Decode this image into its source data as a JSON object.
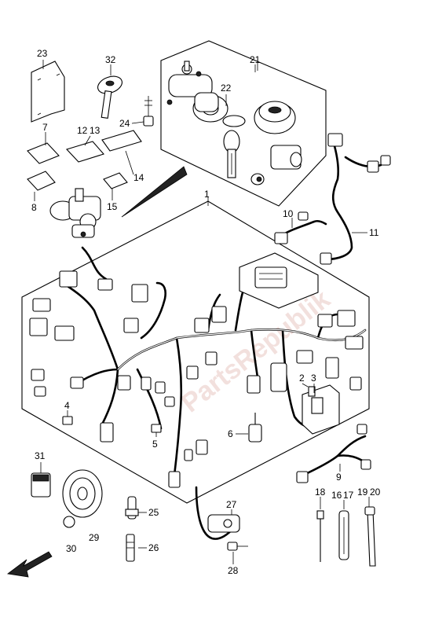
{
  "watermark": "PartsRepublik",
  "callouts": {
    "c1": "1",
    "c2": "2",
    "c3": "3",
    "c4": "4",
    "c5": "5",
    "c6": "6",
    "c7": "7",
    "c8": "8",
    "c9": "9",
    "c10": "10",
    "c11": "11",
    "c12": "12",
    "c13": "13",
    "c14": "14",
    "c15": "15",
    "c16": "16",
    "c17": "17",
    "c18": "18",
    "c19": "19",
    "c20": "20",
    "c21": "21",
    "c22": "22",
    "c23": "23",
    "c24": "24",
    "c25": "25",
    "c26": "26",
    "c27": "27",
    "c28": "28",
    "c29": "29",
    "c30": "30",
    "c31": "31",
    "c32": "32"
  }
}
